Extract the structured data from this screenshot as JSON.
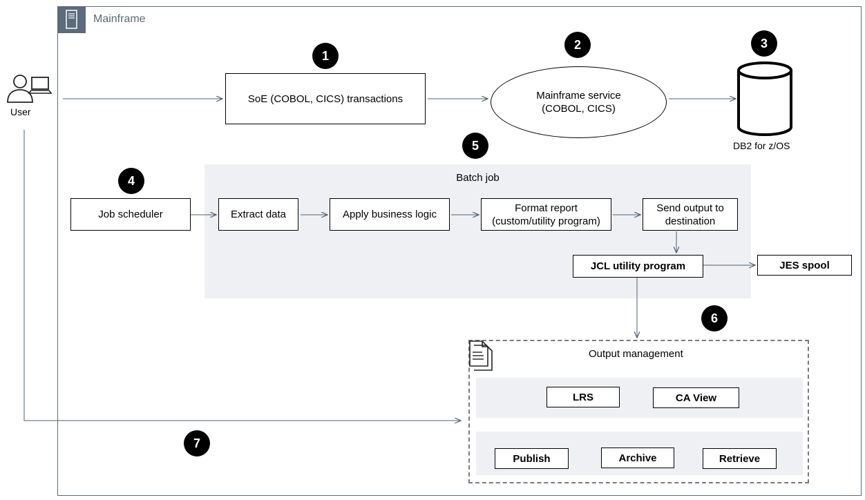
{
  "mainframe": {
    "label": "Mainframe"
  },
  "user": {
    "label": "User"
  },
  "badges": [
    "1",
    "2",
    "3",
    "4",
    "5",
    "6",
    "7"
  ],
  "top_row": {
    "soe": "SoE (COBOL, CICS) transactions",
    "service_line1": "Mainframe service",
    "service_line2": "(COBOL, CICS)",
    "db_label": "DB2 for z/OS"
  },
  "batch": {
    "title": "Batch job",
    "scheduler": "Job scheduler",
    "extract": "Extract data",
    "business_logic": "Apply business logic",
    "format_line1": "Format report",
    "format_line2": "(custom/utility  program)",
    "send_line1": "Send output to",
    "send_line2": "destination",
    "jcl": "JCL utility  program",
    "jes": "JES spool"
  },
  "output_management": {
    "title": "Output  management",
    "lrs": "LRS",
    "ca_view": "CA View",
    "publish": "Publish",
    "archive": "Archive",
    "retrieve": "Retrieve"
  },
  "colors": {
    "frame": "#5a6b7b",
    "panel": "#eff0f3",
    "arrow": "#4f5f70"
  }
}
